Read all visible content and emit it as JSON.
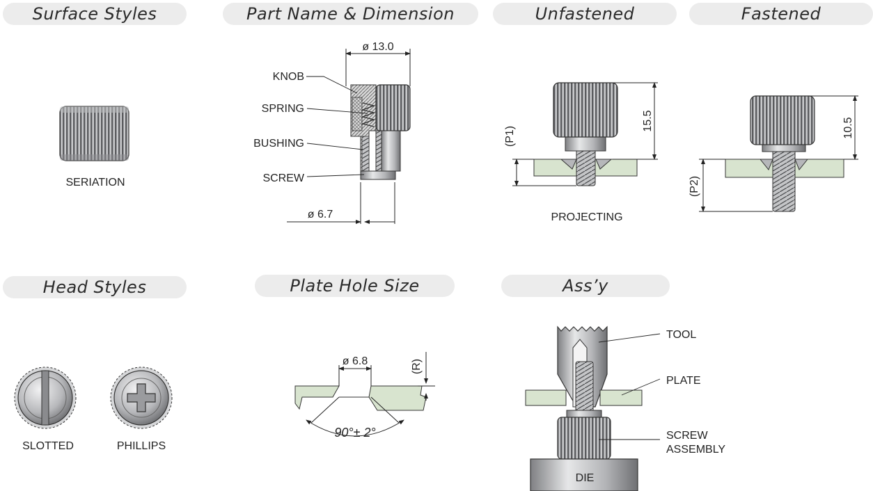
{
  "headers": {
    "surface_styles": "Surface Styles",
    "part_name_dimension": "Part Name & Dimension",
    "unfastened": "Unfastened",
    "fastened": "Fastened",
    "head_styles": "Head Styles",
    "plate_hole_size": "Plate Hole Size",
    "assy": "Ass’y"
  },
  "surface": {
    "label": "SERIATION"
  },
  "part": {
    "labels": {
      "knob": "KNOB",
      "spring": "SPRING",
      "bushing": "BUSHING",
      "screw": "SCREW"
    },
    "dim_top": "ø 13.0",
    "dim_bottom": "ø 6.7"
  },
  "unfastened": {
    "height": "15.5",
    "p1": "(P1)",
    "caption": "PROJECTING"
  },
  "fastened": {
    "height": "10.5",
    "p2": "(P2)"
  },
  "head": {
    "slotted": "SLOTTED",
    "phillips": "PHILLIPS"
  },
  "plate_hole": {
    "diameter": "ø 6.8",
    "r": "(R)",
    "angle": "90°± 2°"
  },
  "assy": {
    "tool": "TOOL",
    "plate": "PLATE",
    "screw_assembly_1": "SCREW",
    "screw_assembly_2": "ASSEMBLY",
    "die": "DIE"
  },
  "colors": {
    "header_bg": "#ececec",
    "plate_fill": "#d8e4cf",
    "metal": "#a9aaad"
  }
}
